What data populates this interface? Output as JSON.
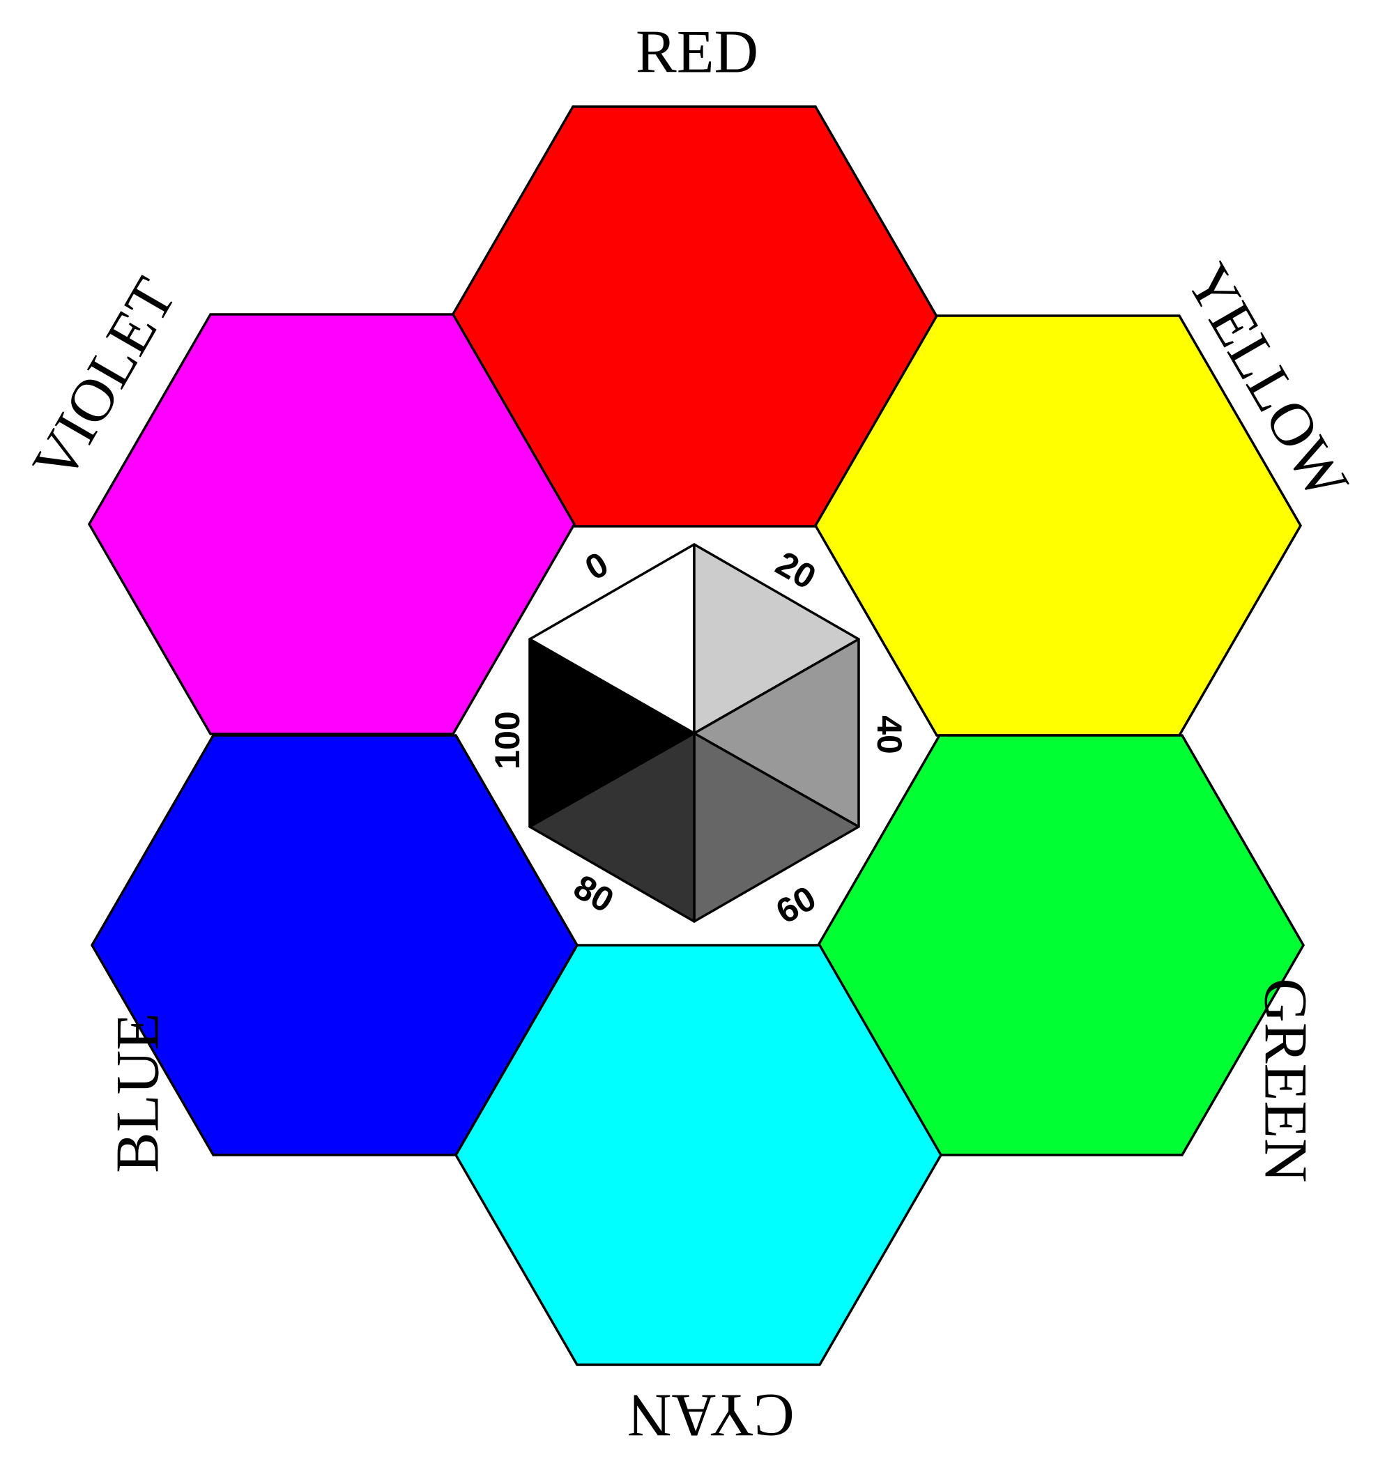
{
  "colors": [
    {
      "id": "red",
      "label": "RED",
      "fill": "#ff0000"
    },
    {
      "id": "yellow",
      "label": "YELLOW",
      "fill": "#ffff00"
    },
    {
      "id": "green",
      "label": "GREEN",
      "fill": "#00ff33"
    },
    {
      "id": "cyan",
      "label": "CYAN",
      "fill": "#00ffff"
    },
    {
      "id": "blue",
      "label": "BLUE",
      "fill": "#0000ff"
    },
    {
      "id": "violet",
      "label": "VIOLET",
      "fill": "#ff00ff"
    }
  ],
  "grays": [
    {
      "label": "0",
      "fill": "#ffffff"
    },
    {
      "label": "20",
      "fill": "#cccccc"
    },
    {
      "label": "40",
      "fill": "#999999"
    },
    {
      "label": "60",
      "fill": "#666666"
    },
    {
      "label": "80",
      "fill": "#333333"
    },
    {
      "label": "100",
      "fill": "#000000"
    }
  ]
}
